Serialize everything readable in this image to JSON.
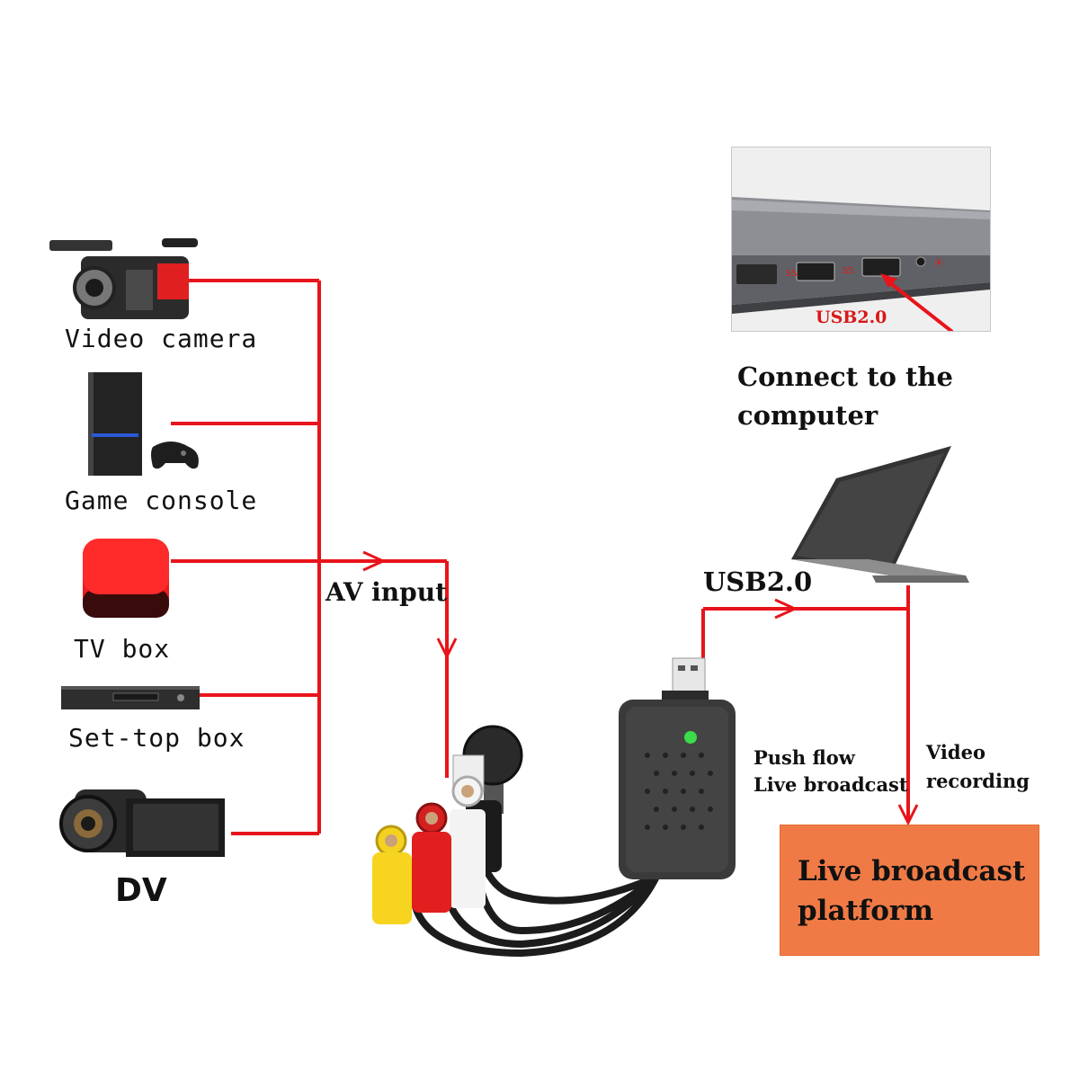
{
  "sources": [
    {
      "label": "Video camera",
      "icon": "video-camera-icon"
    },
    {
      "label": "Game console",
      "icon": "game-console-icon"
    },
    {
      "label": "TV box",
      "icon": "tv-box-icon"
    },
    {
      "label": "Set-top box",
      "icon": "set-top-box-icon"
    },
    {
      "label": "DV",
      "icon": "dv-camcorder-icon"
    }
  ],
  "av_input_label": "AV input",
  "usb_label": "USB2.0",
  "inset_usb_label": "USB2.0",
  "connect_text": [
    "Connect to the",
    "computer"
  ],
  "push_flow_text": [
    "Push flow",
    "Live broadcast"
  ],
  "video_recording_text": [
    "Video",
    "recording"
  ],
  "platform_box": [
    "Live broadcast",
    "platform"
  ],
  "colors": {
    "wire": "#e8141b",
    "platform_box": "#f07a45",
    "device": "#2b2b2b"
  }
}
